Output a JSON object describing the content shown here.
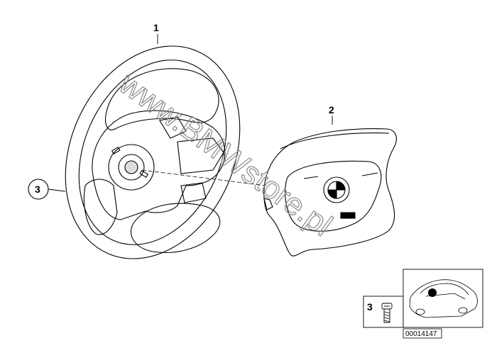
{
  "callouts": {
    "steering_wheel": "1",
    "airbag": "2",
    "screw_main": "3",
    "screw_inset": "3"
  },
  "watermark": "www.BMWstore.pl",
  "diagram_number": "00014147",
  "colors": {
    "line": "#000000",
    "background": "#ffffff",
    "watermark": "#8a8a8a"
  }
}
